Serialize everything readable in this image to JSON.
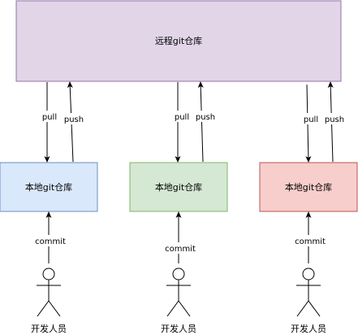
{
  "remote_repo": {
    "label": "远程git仓库",
    "fill": "#e1d5e7",
    "stroke": "#9673a6"
  },
  "local_repos": [
    {
      "label": "本地git仓库",
      "fill": "#dae8fc",
      "stroke": "#6c8ebf"
    },
    {
      "label": "本地git仓库",
      "fill": "#d5e8d4",
      "stroke": "#82b366"
    },
    {
      "label": "本地git仓库",
      "fill": "#f8cecc",
      "stroke": "#b85450"
    }
  ],
  "edges": {
    "pull_label": "pull",
    "push_label": "push",
    "commit_label": "commit"
  },
  "actors": [
    {
      "label": "开发人员"
    },
    {
      "label": "开发人员"
    },
    {
      "label": "开发人员"
    }
  ]
}
